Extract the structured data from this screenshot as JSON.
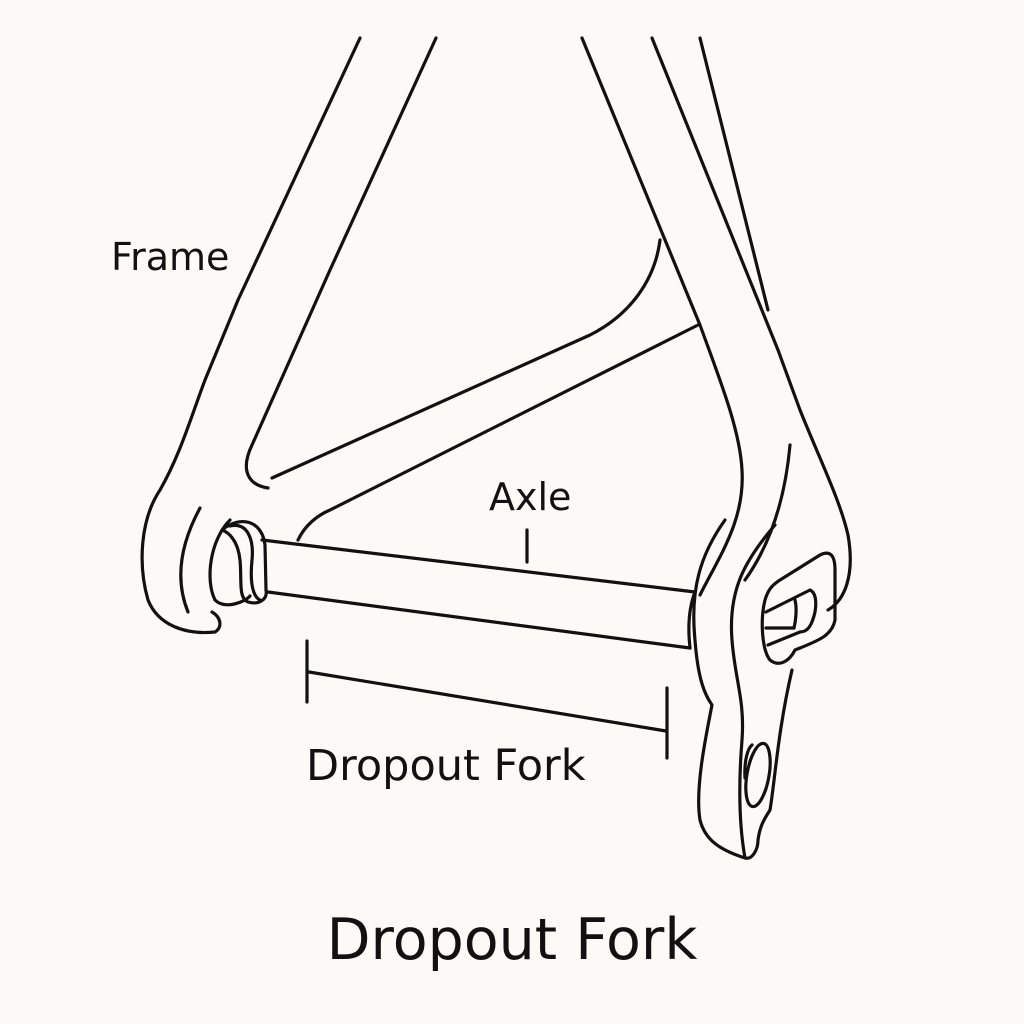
{
  "diagram": {
    "title": "Dropout Fork",
    "labels": {
      "frame": "Frame",
      "axle": "Axle",
      "dropout_fork": "Dropout Fork"
    },
    "colors": {
      "background": "#fbfaf7",
      "line": "#111111",
      "text": "#111111"
    },
    "parts": [
      "frame-tubes",
      "left-dropout-hook",
      "axle",
      "right-dropout",
      "derailleur-hanger",
      "dimension-line"
    ]
  }
}
